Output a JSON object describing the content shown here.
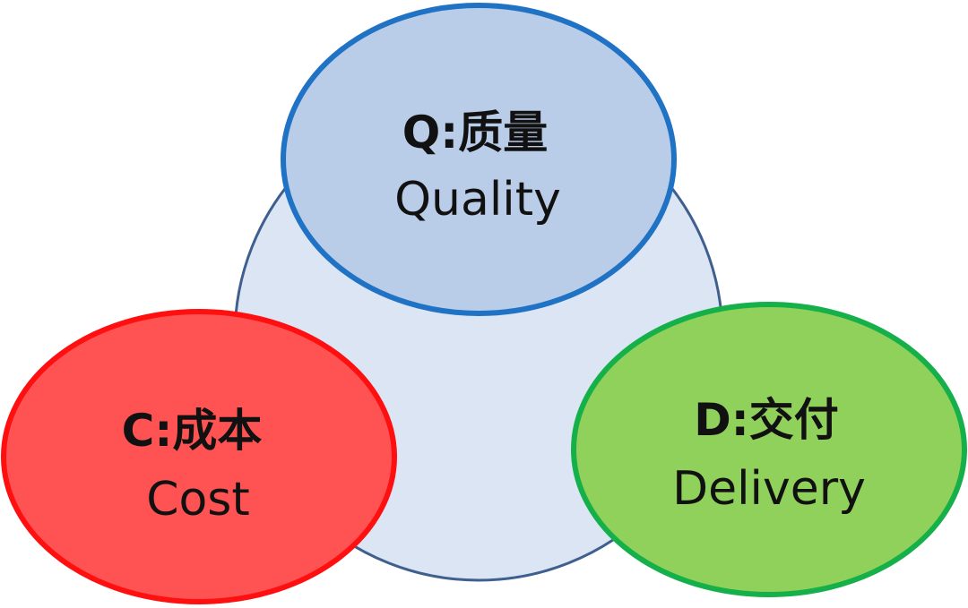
{
  "diagram": {
    "center": {
      "fill": "#dbe5f4",
      "stroke": "#3f5f8f"
    },
    "nodes": [
      {
        "id": "quality",
        "title": "Q:质量",
        "subtitle": "Quality",
        "fill": "#b9cde8",
        "stroke": "#1f72c4"
      },
      {
        "id": "cost",
        "title": "C:成本",
        "subtitle": "Cost",
        "fill": "#ff5252",
        "stroke": "#ff1010"
      },
      {
        "id": "delivery",
        "title": "D:交付",
        "subtitle": "Delivery",
        "fill": "#8fd15a",
        "stroke": "#16b04a"
      }
    ]
  }
}
